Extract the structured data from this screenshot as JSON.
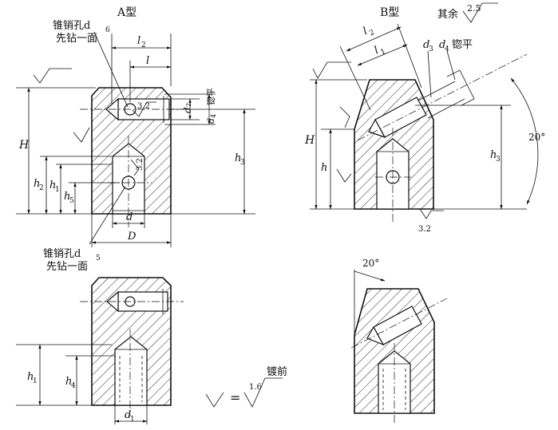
{
  "views": {
    "a_type": {
      "title": "A型",
      "dowel_hole_top": [
        "锥销孔d",
        "6",
        "先钻一面"
      ],
      "dowel_hole_bottom": [
        "锥销孔d",
        "5",
        "先钻一面"
      ],
      "dim_l2": "l",
      "dim_l2_sub": "2",
      "dim_l": "l",
      "dim_H": "H",
      "dim_h2": "h",
      "dim_h2_sub": "2",
      "dim_h1": "h",
      "dim_h1_sub": "1",
      "dim_h5": "h",
      "dim_h5_sub": "5",
      "dim_h3": "h",
      "dim_h3_sub": "3",
      "dim_d": "d",
      "dim_D": "D",
      "dim_d2": "d",
      "dim_d2_sub": "2",
      "dim_d4": "d",
      "dim_d4_sub": "4",
      "spotface": "锪平",
      "roughness_a": "3.2",
      "roughness_b": "3.2"
    },
    "b_type": {
      "title": "B型",
      "note_prefix": "其余",
      "note_roughness": "2.5",
      "dim_l2": "l",
      "dim_l2_sub": "2",
      "dim_l1": "l",
      "dim_l1_sub": "1",
      "dim_d3": "d",
      "dim_d3_sub": "3",
      "dim_d4": "d",
      "dim_d4_sub": "4",
      "spotface": "锪平",
      "dim_H": "H",
      "dim_h": "h",
      "dim_h3": "h",
      "dim_h3_sub": "3",
      "angle": "20°",
      "roughness": "3.2"
    },
    "a_lower": {
      "dim_h1": "h",
      "dim_h1_sub": "1",
      "dim_h4": "h",
      "dim_h4_sub": "4",
      "dim_d1": "d",
      "dim_d1_sub": "1"
    },
    "b_lower": {
      "angle": "20°"
    },
    "legend": {
      "equals": "=",
      "roughness": "1.6",
      "note": "镀前"
    }
  }
}
